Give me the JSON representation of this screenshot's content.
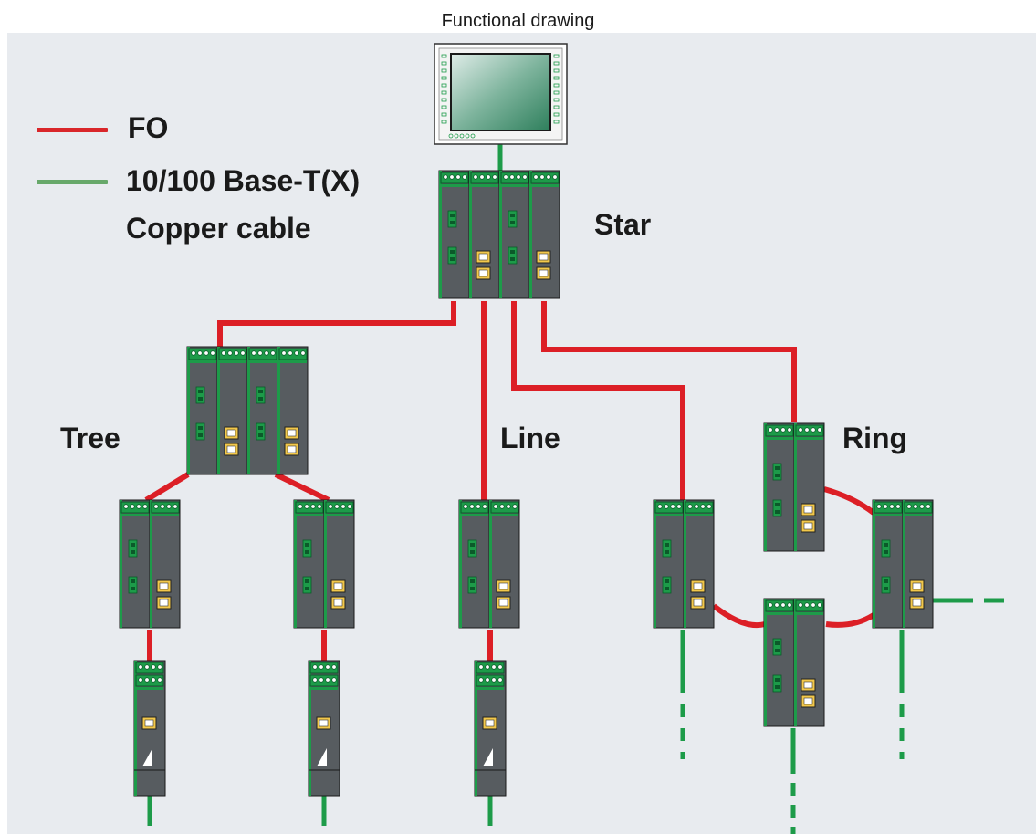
{
  "title": "Functional drawing",
  "legend": {
    "fo": {
      "label": "FO",
      "color": "#d9262a"
    },
    "copper": {
      "label1": "10/100 Base-T(X)",
      "label2": "Copper cable",
      "color": "#67a86a"
    }
  },
  "topology_labels": {
    "star": "Star",
    "tree": "Tree",
    "line": "Line",
    "ring": "Ring"
  },
  "colors": {
    "fiber": "#dc1f26",
    "copper_line": "#1d9b49",
    "module_body": "#555a5e",
    "module_edge": "#1d9b49",
    "terminal": "#1d9b49",
    "panel": "#e8ebef"
  },
  "icons": [
    "hmi-panel-icon",
    "switch-module-icon",
    "media-converter-icon"
  ]
}
